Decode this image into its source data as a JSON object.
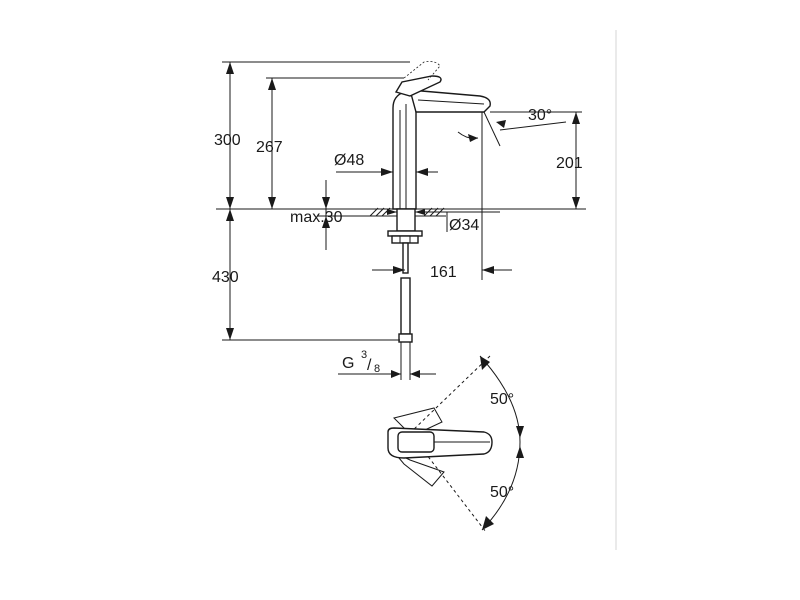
{
  "dimensions": {
    "total_height": "300",
    "spout_height": "267",
    "below_deck": "430",
    "spout_projection_height": "201",
    "base_diameter": "Ø48",
    "hole_diameter": "Ø34",
    "deck_thickness": "max.30",
    "spout_reach": "161",
    "spout_angle": "30°",
    "connection_prefix": "G",
    "connection_num": "3",
    "connection_den": "8",
    "swivel_angle_top": "50°",
    "swivel_angle_bottom": "50°"
  }
}
